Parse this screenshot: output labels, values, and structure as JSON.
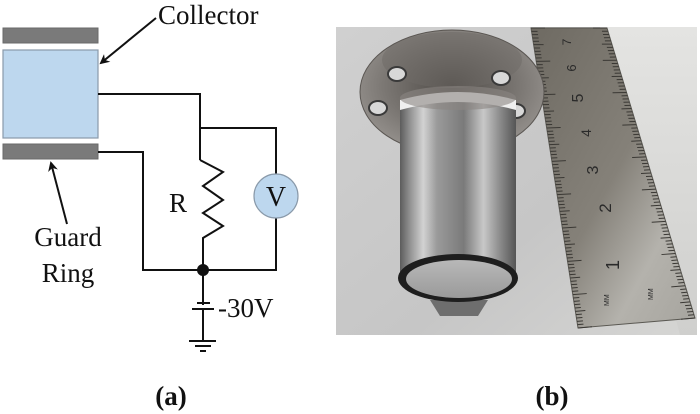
{
  "figure": {
    "panel_a": {
      "label": "(a)",
      "title": "Circuit schematic",
      "components": {
        "collector_label": "Collector",
        "guard_ring_label_line1": "Guard",
        "guard_ring_label_line2": "Ring",
        "resistor_label": "R",
        "voltmeter_label": "V",
        "bias_voltage_label": "-30V"
      },
      "colors": {
        "collector_fill": "#bdd7ee",
        "collector_stroke": "#8a9aaa",
        "guard_plate_fill": "#7a7a7a",
        "voltmeter_fill": "#bdd7ee",
        "wire": "#111111"
      }
    },
    "panel_b": {
      "label": "(b)",
      "title": "Photograph of probe next to ruler",
      "ruler": {
        "numerals": [
          "7",
          "6",
          "5",
          "4",
          "3",
          "2",
          "1"
        ],
        "unit_marks": [
          "MM",
          "MM"
        ]
      }
    }
  }
}
